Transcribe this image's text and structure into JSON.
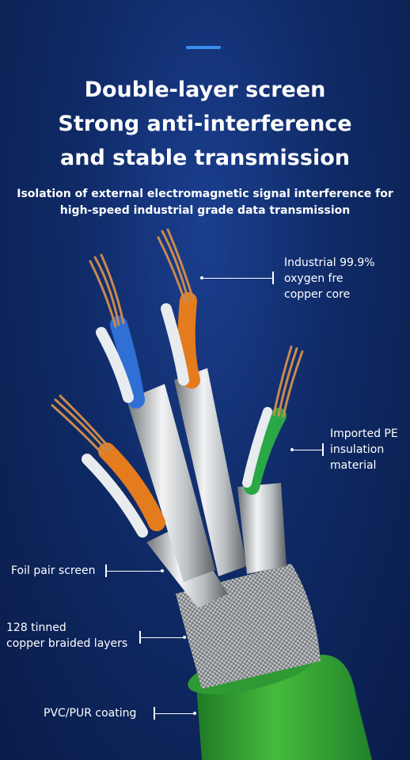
{
  "accent_color": "#3a8df0",
  "headline": [
    "Double-layer screen",
    "Strong anti-interference",
    "and stable transmission"
  ],
  "subheadline": [
    "Isolation of external electromagnetic signal interference for",
    "high-speed industrial grade data transmission"
  ],
  "callouts": {
    "core": [
      "Industrial 99.9%",
      "oxygen fre",
      "copper core"
    ],
    "insulation": [
      "Imported PE",
      "insulation",
      "material"
    ],
    "foil": [
      "Foil pair screen"
    ],
    "braid": [
      "128 tinned",
      "copper braided layers"
    ],
    "coating": [
      "PVC/PUR coating"
    ]
  },
  "wire_colors": {
    "blue": "#2f6fd6",
    "orange": "#e47c1e",
    "green": "#2aa845",
    "jacket": "#3cab35",
    "copper": "#c98a4e"
  }
}
